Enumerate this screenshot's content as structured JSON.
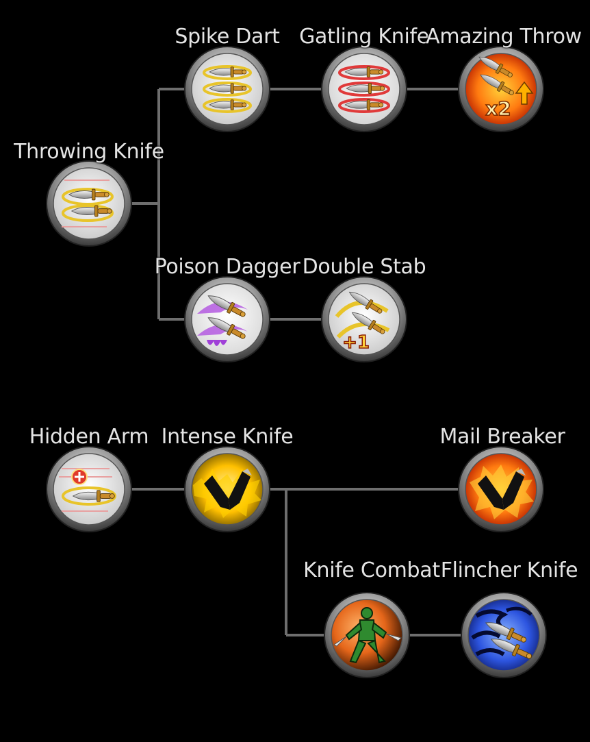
{
  "skill_tree": {
    "skills": {
      "throwing_knife": {
        "label": "Throwing Knife",
        "icon": "throwing-knife-icon"
      },
      "spike_dart": {
        "label": "Spike Dart",
        "icon": "spike-dart-icon"
      },
      "gatling_knife": {
        "label": "Gatling Knife",
        "icon": "gatling-knife-icon"
      },
      "amazing_throw": {
        "label": "Amazing Throw",
        "icon": "amazing-throw-icon",
        "badge": "x2"
      },
      "poison_dagger": {
        "label": "Poison Dagger",
        "icon": "poison-dagger-icon"
      },
      "double_stab": {
        "label": "Double Stab",
        "icon": "double-stab-icon",
        "badge": "+1"
      },
      "hidden_arm": {
        "label": "Hidden Arm",
        "icon": "hidden-arm-icon"
      },
      "intense_knife": {
        "label": "Intense Knife",
        "icon": "intense-knife-icon"
      },
      "mail_breaker": {
        "label": "Mail Breaker",
        "icon": "mail-breaker-icon"
      },
      "knife_combat": {
        "label": "Knife Combat",
        "icon": "knife-combat-icon"
      },
      "flincher_knife": {
        "label": "Flincher Knife",
        "icon": "flincher-knife-icon"
      }
    }
  }
}
